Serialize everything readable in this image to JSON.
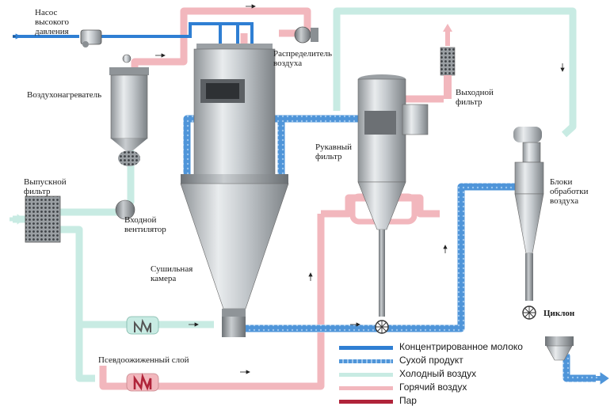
{
  "colors": {
    "concentrated_milk": "#2f7fd3",
    "dry_product": "#4f95d9",
    "cold_air": "#c8ebe3",
    "hot_air": "#f2b7bd",
    "steam": "#b0243a"
  },
  "labels": {
    "pump": "Насос\nвысокого\nдавления",
    "air_distributor": "Распределитель\nвоздуха",
    "air_heater": "Воздухонагреватель",
    "outlet_filter": "Выходной\nфильтр",
    "bag_filter": "Рукавный\nфильтр",
    "exhaust_filter": "Выпускной\nфильтр",
    "inlet_fan": "Входной\nвентилятор",
    "air_treatment": "Блоки\nобработки\nвоздуха",
    "drying_chamber": "Сушильная\nкамера",
    "cyclone": "Циклон",
    "fluid_bed": "Псевдоожиженный слой"
  },
  "legend": [
    {
      "label": "Концентрированное молоко",
      "color_key": "concentrated_milk"
    },
    {
      "label": "Сухой продукт",
      "color_key": "dry_product"
    },
    {
      "label": "Холодный воздух",
      "color_key": "cold_air"
    },
    {
      "label": "Горячий воздух",
      "color_key": "hot_air"
    },
    {
      "label": "Пар",
      "color_key": "steam"
    }
  ]
}
